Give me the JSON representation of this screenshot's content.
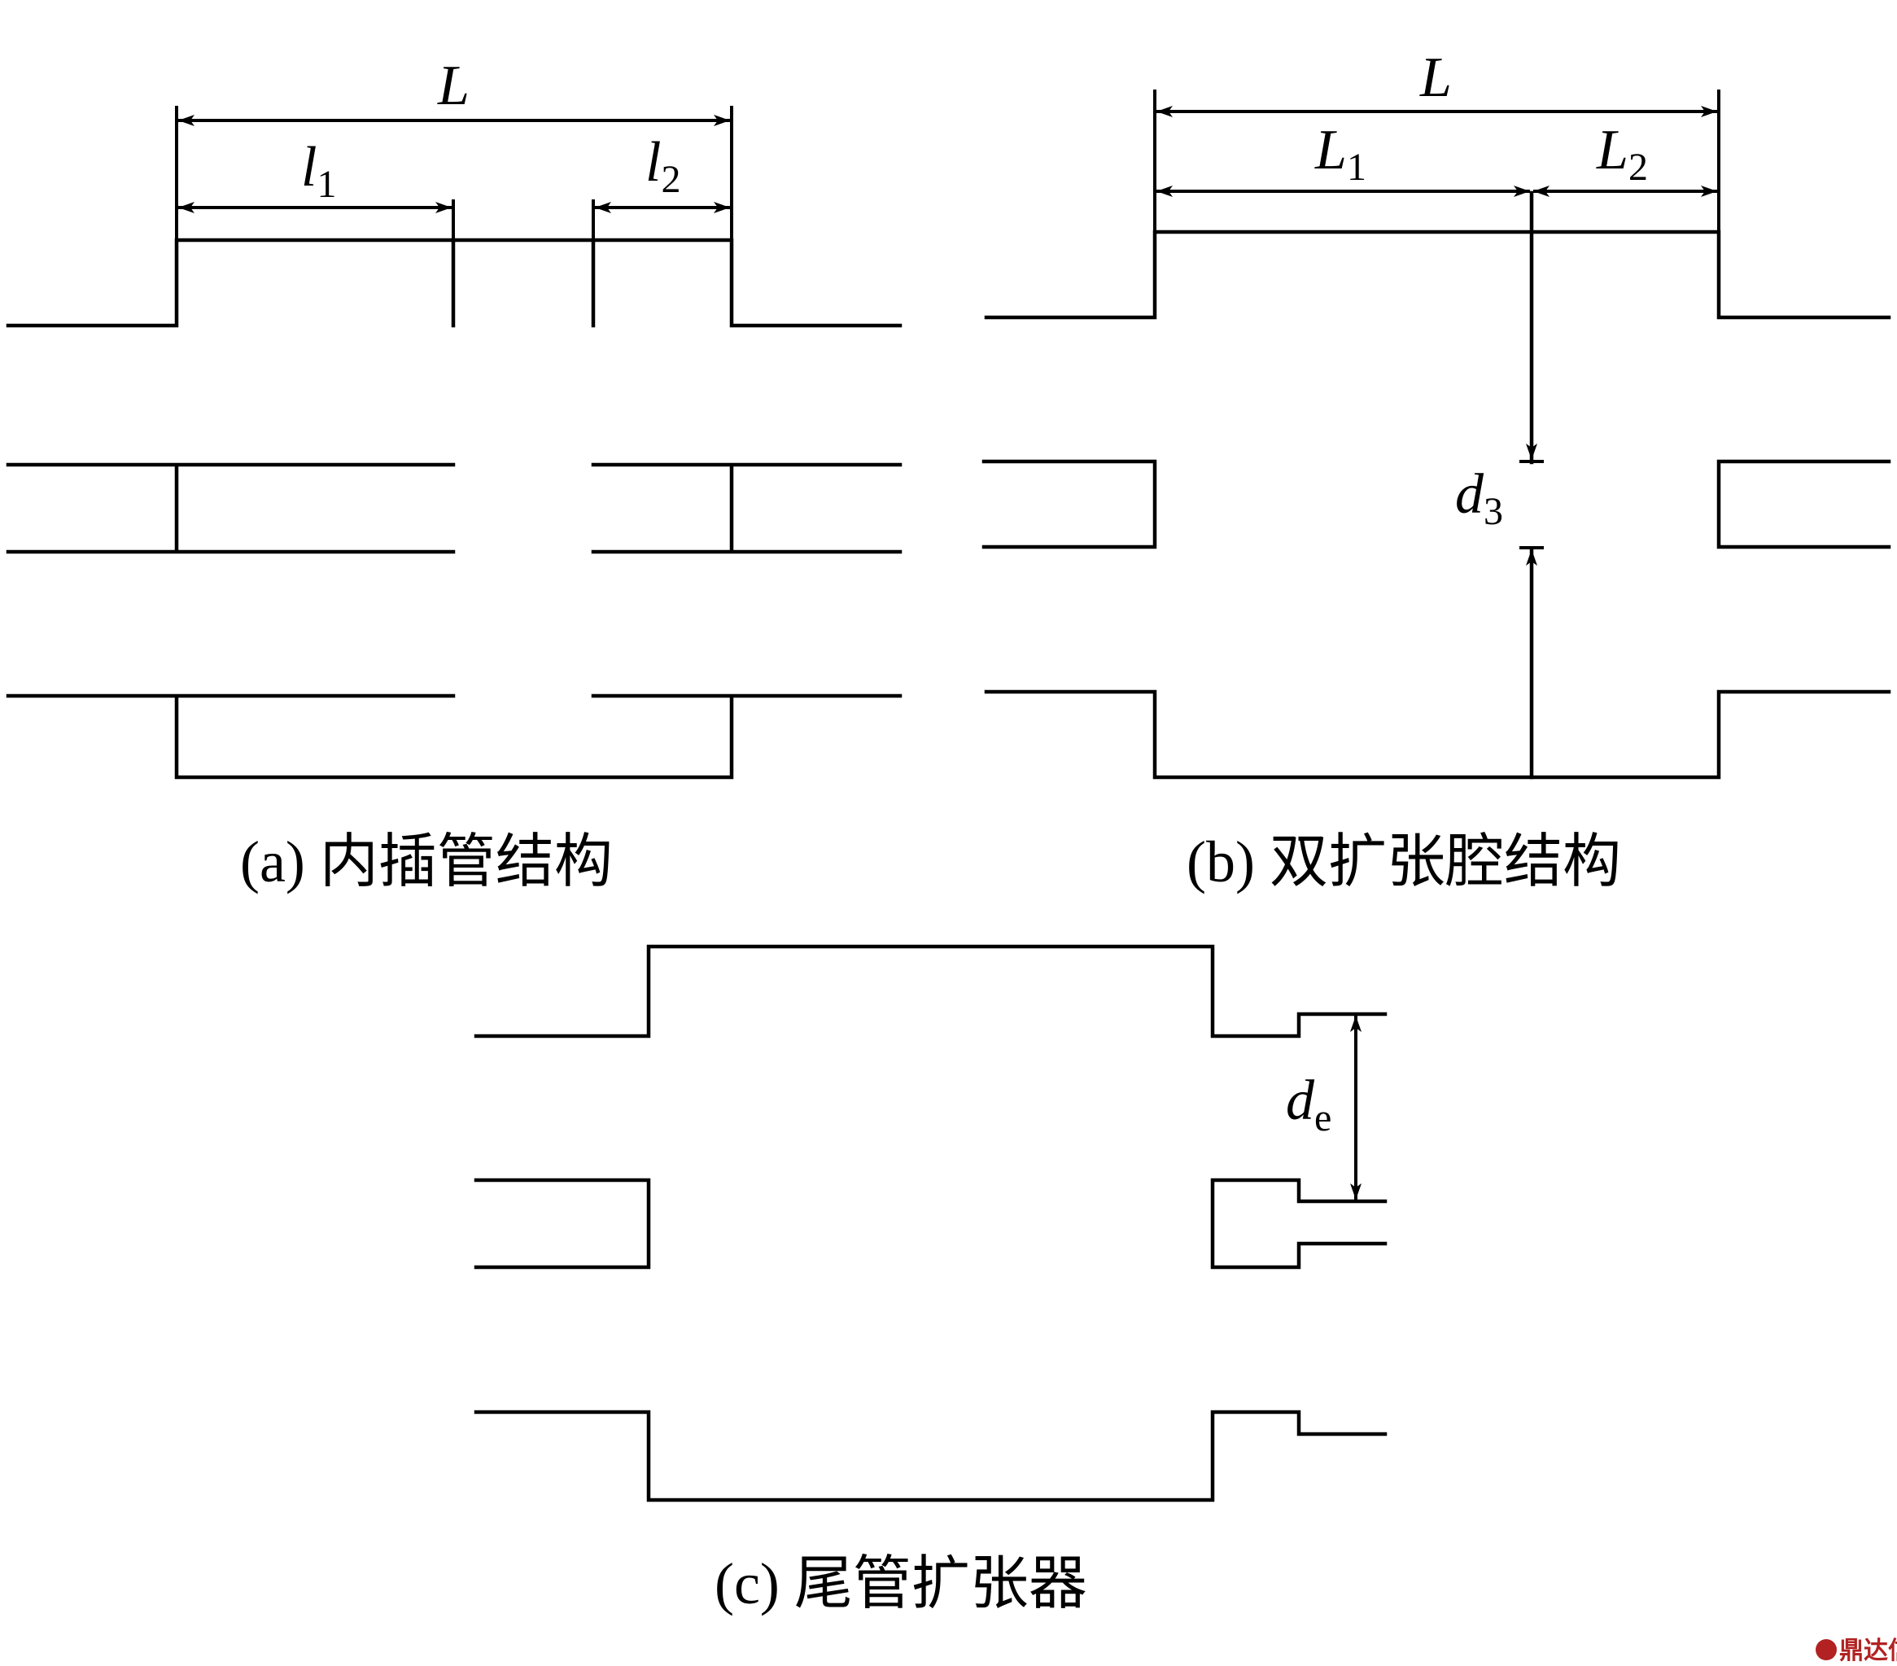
{
  "panels": {
    "a": {
      "caption": "(a) 内插管结构",
      "label_L": "L",
      "label_l1_main": "l",
      "label_l1_sub": "1",
      "label_l2_main": "l",
      "label_l2_sub": "2"
    },
    "b": {
      "caption": "(b) 双扩张腔结构",
      "label_L": "L",
      "label_L1_main": "L",
      "label_L1_sub": "1",
      "label_L2_main": "L",
      "label_L2_sub": "2",
      "label_d3_main": "d",
      "label_d3_sub": "3"
    },
    "c": {
      "caption": "(c) 尾管扩张器",
      "label_de_main": "d",
      "label_de_sub": "e"
    }
  },
  "watermark": {
    "text": "鼎达信",
    "logo_color": "#b22222"
  }
}
